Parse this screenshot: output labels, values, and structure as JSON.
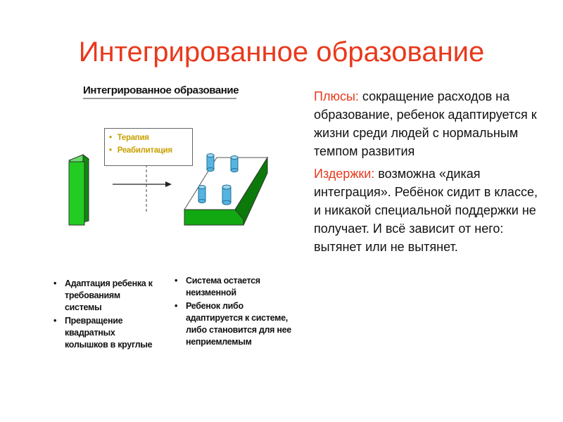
{
  "slide": {
    "title": "Интегрированное образование"
  },
  "figure": {
    "title": "Интегрированное образование",
    "callout_items": [
      "Терапия",
      "Реабилитация"
    ],
    "left_column": [
      "Адаптация ребенка к требованиям системы",
      "Превращение квадратных колышков в круглые"
    ],
    "right_column": [
      "Система остается неизменной",
      "Ребенок либо адаптируется к системе, либо становится для нее неприемлемым"
    ],
    "colors": {
      "green": "#22cc22",
      "dark_green": "#0e8a0e",
      "cylinder_blue": "#56b4e0",
      "bullet_yellow": "#c8a000"
    }
  },
  "text": {
    "pros_label": "Плюсы:",
    "pros_text": " сокращение расходов на образование, ребенок адаптируется к жизни среди людей с нормальным темпом развития",
    "cons_label": "Издержки:",
    "cons_text": " возможна «дикая интеграция». Ребёнок сидит в классе, и никакой специальной поддержки не получает. И всё зависит от него: вытянет или не вытянет."
  }
}
